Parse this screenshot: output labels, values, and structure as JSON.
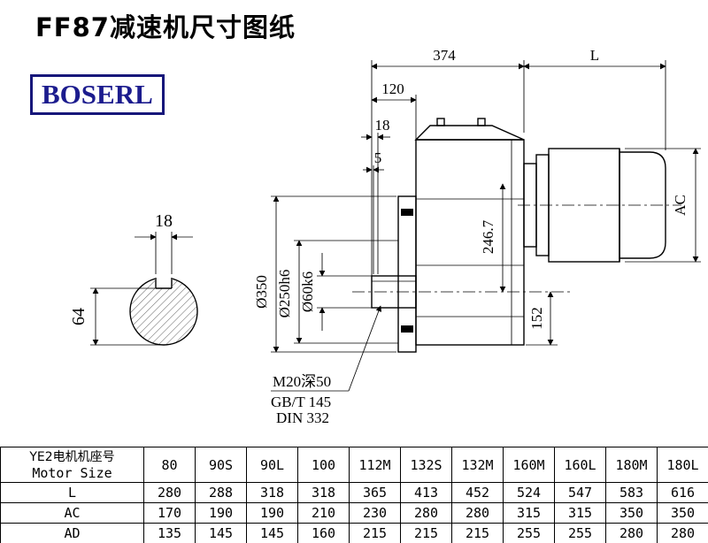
{
  "title": "FF87减速机尺寸图纸",
  "logo": "BOSERL",
  "colors": {
    "logo_text": "#1c1c8e",
    "line": "#000000"
  },
  "drawing": {
    "section": {
      "key_width": "18",
      "shaft_height": "64"
    },
    "dims": {
      "overall": "374",
      "motor_len": "L",
      "d120": "120",
      "d18": "18",
      "d5": "5",
      "ac": "AC",
      "d2467": "246.7",
      "d152": "152",
      "flange_dia": "Ø350",
      "spigot_dia": "Ø250h6",
      "shaft_dia": "Ø60k6"
    },
    "notes": {
      "tap": "M20深50",
      "std1": "GB/T 145",
      "std2": "DIN 332"
    }
  },
  "table": {
    "header_cn": "YE2电机机座号",
    "header_en": "Motor Size",
    "sizes": [
      "80",
      "90S",
      "90L",
      "100",
      "112M",
      "132S",
      "132M",
      "160M",
      "160L",
      "180M",
      "180L"
    ],
    "rows": [
      {
        "label": "L",
        "values": [
          "280",
          "288",
          "318",
          "318",
          "365",
          "413",
          "452",
          "524",
          "547",
          "583",
          "616"
        ]
      },
      {
        "label": "AC",
        "values": [
          "170",
          "190",
          "190",
          "210",
          "230",
          "280",
          "280",
          "315",
          "315",
          "350",
          "350"
        ]
      },
      {
        "label": "AD",
        "values": [
          "135",
          "145",
          "145",
          "160",
          "215",
          "215",
          "215",
          "255",
          "255",
          "280",
          "280"
        ]
      }
    ]
  }
}
